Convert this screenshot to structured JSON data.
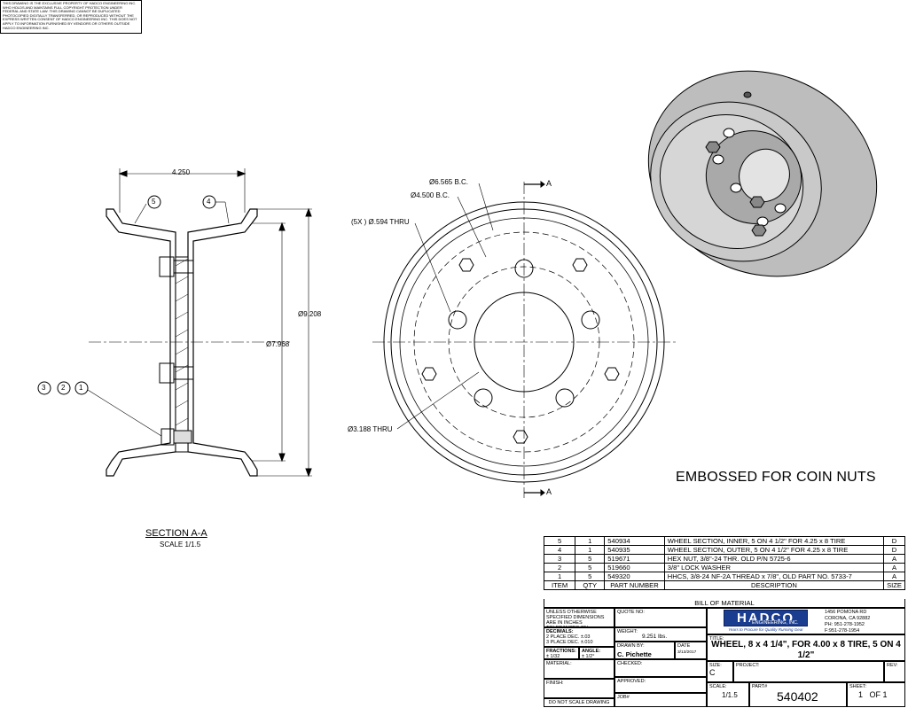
{
  "copyright_notice": "THIS DRAWING IS THE EXCLUSIVE PROPERTY OF HADCO ENGINEERING INC. WHO HOLDS AND MAINTAINS FULL COPYRIGHT PROTECTION UNDER FEDERAL AND STATE LAW. THIS DRAWING CANNOT BE DUPLICATED PHOTOCOPIED DIGITALLY TRANSFERRED, OR REPRODUCED WITHOUT THE EXPRESS WRITTEN CONSENT OF HADCO ENGINEERING INC. THIS DOES NOT APPLY TO INFORMATION FURNISHED BY VENDORS OR OTHERS OUTSIDE HADCO ENGINEERING INC.",
  "section_view": {
    "title": "SECTION A-A",
    "scale": "SCALE 1/1.5",
    "dim_width": "4.250",
    "dim_outer": "Ø9.208",
    "dim_inner": "Ø7.968",
    "balloons_top": [
      "5",
      "4"
    ],
    "balloons_side": [
      "3",
      "2",
      "1"
    ]
  },
  "front_view": {
    "label_bc_outer": "Ø6.565 B.C.",
    "label_bc_inner": "Ø4.500 B.C.",
    "label_holes": "(5X ) Ø.594 THRU",
    "label_center": "Ø3.188 THRU",
    "section_marker_top": "A",
    "section_marker_bottom": "A"
  },
  "embossed_note": "EMBOSSED FOR COIN NUTS",
  "bom": {
    "caption": "BILL OF MATERIAL",
    "headers": [
      "ITEM",
      "QTY",
      "PART NUMBER",
      "DESCRIPTION",
      "SIZE"
    ],
    "rows": [
      {
        "item": "5",
        "qty": "1",
        "part": "540934",
        "desc": "WHEEL SECTION, INNER, 5 ON 4 1/2\" FOR 4.25 x 8 TIRE",
        "size": "D"
      },
      {
        "item": "4",
        "qty": "1",
        "part": "540935",
        "desc": "WHEEL SECTION, OUTER, 5 ON 4 1/2\" FOR 4.25 x 8 TIRE",
        "size": "D"
      },
      {
        "item": "3",
        "qty": "5",
        "part": "519671",
        "desc": "HEX NUT, 3/8\"-24 THR. OLD P/N 5725-6",
        "size": "A"
      },
      {
        "item": "2",
        "qty": "5",
        "part": "519660",
        "desc": "3/8\" LOCK WASHER",
        "size": "A"
      },
      {
        "item": "1",
        "qty": "5",
        "part": "549320",
        "desc": "HHCS, 3/8-24 NF-2A THREAD x 7/8\", OLD PART NO. 5733-7",
        "size": "A"
      }
    ]
  },
  "title_block": {
    "tolerance_note": "UNLESS OTHERWISE SPECIFIED DIMENSIONS ARE IN INCHES TOLERANCES ON",
    "decimals_label": "DECIMALS:",
    "decimals_2": "2 PLACE DEC. ±.03",
    "decimals_3": "3 PLACE DEC. ±.010",
    "fractions_label": "FRACTIONS:",
    "fractions_val": "± 1/32",
    "angle_label": "ANGLE:",
    "angle_val": "± 1/2°",
    "material_label": "MATERIAL:",
    "finish_label": "FINISH:",
    "no_scale": "DO NOT SCALE DRAWING",
    "quote_label": "QUOTE NO:",
    "weight_label": "WEIGHT:",
    "weight_val": "9.251 lbs.",
    "drawn_label": "DRAWN BY:",
    "drawn_val": "C. Pichette",
    "date_label": "DATE",
    "date_val": "3/13/2017",
    "checked_label": "CHECKED:",
    "approved_label": "APPROVED:",
    "job_label": "JOB#",
    "logo": "HADCO",
    "logo_sub": "ENGINEERING, INC.",
    "logo_tag": "Years to Procure for Quality Running Gear",
    "address_1": "1456 POMONA RD",
    "address_2": "CORONA, CA 92882",
    "phone": "PH: 951-278-1952",
    "fax": "F:951-278-1954",
    "title_label": "TITLE:",
    "title": "WHEEL, 8 x 4 1/4\", FOR 4.00 x 8 TIRE, 5 ON 4 1/2\"",
    "size_label": "SIZE:",
    "size_val": "C",
    "project_label": "PROJECT:",
    "rev_label": "REV:",
    "scale_label": "SCALE:",
    "scale_val": "1/1.5",
    "part_label": "PART#",
    "part_val": "540402",
    "sheet_label": "SHEET:",
    "sheet_val": "1",
    "sheet_of": "OF 1"
  }
}
